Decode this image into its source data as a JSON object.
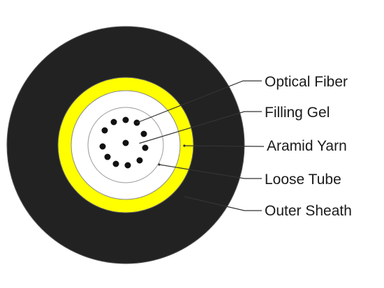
{
  "labels": {
    "optical_fiber": "Optical Fiber",
    "filling_gel": "Filling Gel",
    "aramid_yarn": "Aramid Yarn",
    "loose_tube": "Loose Tube",
    "outer_sheath": "Outer Sheath"
  },
  "colors": {
    "outer_sheath": "#222222",
    "aramid_yarn": "#ffff00",
    "loose_tube": "#ffffff",
    "filling_gel": "#ffffff",
    "fiber": "#111111",
    "leader": "#333333"
  },
  "fiber_count": 12
}
